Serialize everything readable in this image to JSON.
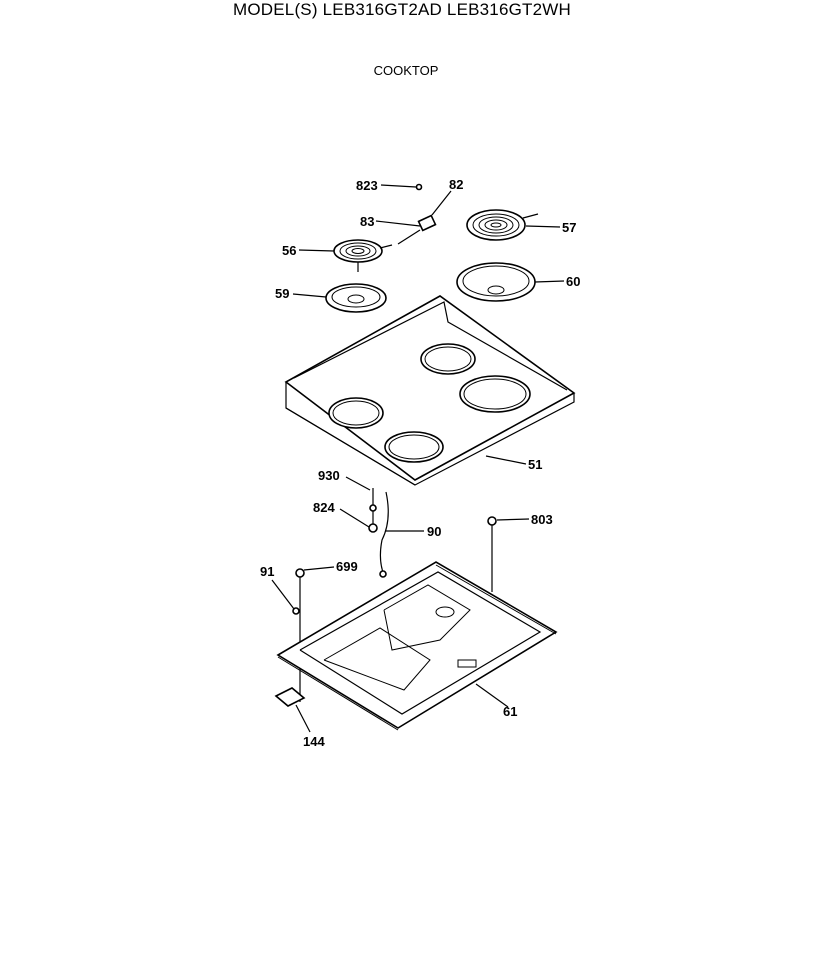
{
  "header": {
    "title": "MODEL(S) LEB316GT2AD  LEB316GT2WH",
    "subtitle": "COOKTOP"
  },
  "diagram": {
    "callouts": [
      {
        "id": "p823",
        "label": "823"
      },
      {
        "id": "p82",
        "label": "82"
      },
      {
        "id": "p83",
        "label": "83"
      },
      {
        "id": "p57",
        "label": "57"
      },
      {
        "id": "p56",
        "label": "56"
      },
      {
        "id": "p60",
        "label": "60"
      },
      {
        "id": "p59",
        "label": "59"
      },
      {
        "id": "p51",
        "label": "51"
      },
      {
        "id": "p930",
        "label": "930"
      },
      {
        "id": "p824",
        "label": "824"
      },
      {
        "id": "p90",
        "label": "90"
      },
      {
        "id": "p803",
        "label": "803"
      },
      {
        "id": "p91",
        "label": "91"
      },
      {
        "id": "p699",
        "label": "699"
      },
      {
        "id": "p61",
        "label": "61"
      },
      {
        "id": "p144",
        "label": "144"
      }
    ]
  }
}
